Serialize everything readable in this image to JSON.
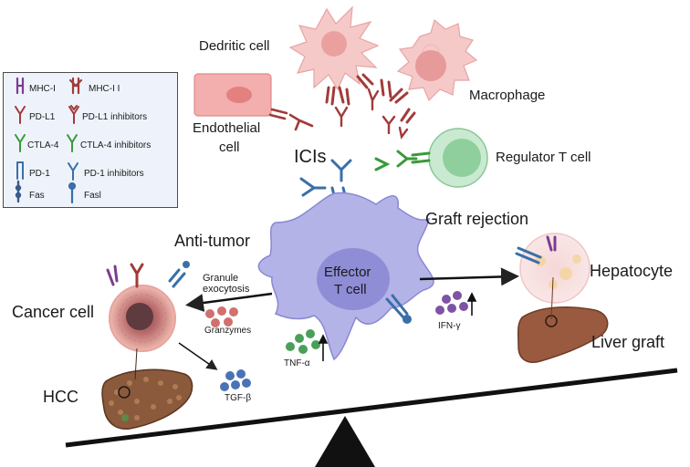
{
  "legend": {
    "items": [
      {
        "label": "MHC-I",
        "icon": "mhc-icon"
      },
      {
        "label": "MHC-I I",
        "icon": "mhc-blocked-icon"
      },
      {
        "label": "PD-L1",
        "icon": "pd-l1-icon"
      },
      {
        "label": "PD-L1 inhibitors",
        "icon": "pd-l1-inhibitor-icon"
      },
      {
        "label": "CTLA-4",
        "icon": "ctla-4-icon"
      },
      {
        "label": "CTLA-4 inhibitors",
        "icon": "ctla-4-inhibitor-icon"
      },
      {
        "label": "PD-1",
        "icon": "pd-1-icon"
      },
      {
        "label": "PD-1 inhibitors",
        "icon": "pd-1-inhibitor-icon"
      },
      {
        "label": "Fas",
        "icon": "fas-icon"
      },
      {
        "label": "Fasl",
        "icon": "fasl-icon"
      }
    ]
  },
  "labels": {
    "dendritic_cell": "Dedritic cell",
    "macrophage": "Macrophage",
    "endothelial_line1": "Endothelial",
    "endothelial_line2": "cell",
    "icis": "ICIs",
    "regulator_t_cell": "Regulator T cell",
    "graft_rejection": "Graft rejection",
    "anti_tumor": "Anti-tumor",
    "effector_line1": "Effector",
    "effector_line2": "T cell",
    "granule_line1": "Granule",
    "granule_line2": "exocytosis",
    "granzymes": "Granzymes",
    "cancer_cell": "Cancer cell",
    "hepatocyte": "Hepatocyte",
    "liver_graft": "Liver graft",
    "ifn": "IFN-γ",
    "tnf": "TNF-α",
    "tgf": "TGF-β",
    "hcc": "HCC"
  },
  "colors": {
    "effector_cell": "#b4b3e8",
    "effector_nucleus": "#8e8cd6",
    "dendritic_cell": "#f6c9c9",
    "macrophage": "#f6c9c9",
    "endothelial_cell": "#f2a9a9",
    "regulator_t_cell": "#a5dbb0",
    "mhc": "#7d3c8f",
    "pd_l1": "#a23a3a",
    "ctla_4": "#3a9a3a",
    "pd_1": "#3a6fa8",
    "liver": "#8b5a3c",
    "seesaw": "#111111"
  }
}
